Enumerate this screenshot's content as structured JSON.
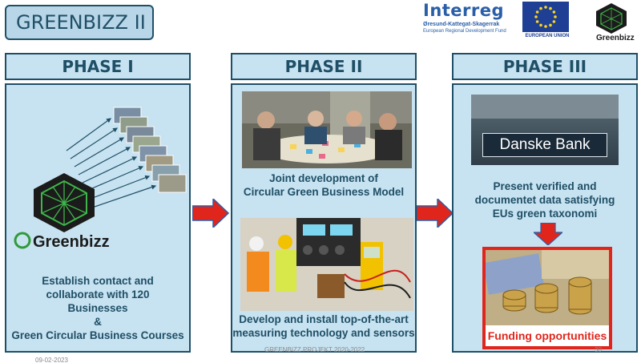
{
  "title": "GREENBIZZ II",
  "logos": {
    "interreg_word": "Interreg",
    "interreg_region": "Øresund-Kattegat-Skagerrak",
    "interreg_fund": "European Regional Development Fund",
    "eu_label": "EUROPEAN UNION",
    "greenbizz_small": "Greenbizz",
    "greenbizz_large": "Greenbizz"
  },
  "phases": [
    {
      "header": "PHASE I",
      "text_lines": [
        "Establish contact and",
        "collaborate with 120",
        "Businesses",
        "&",
        "Green Circular Business Courses"
      ]
    },
    {
      "header": "PHASE II",
      "text_top_lines": [
        "Joint development of",
        "Circular Green Business Model"
      ],
      "text_bottom_lines": [
        "Develop and install top-of-the-art",
        "measuring technology and sensors"
      ]
    },
    {
      "header": "PHASE III",
      "bank_sign": "Danske Bank",
      "text_lines": [
        "Present verified and",
        "documentet data satisfying",
        "EUs green taxonomi"
      ],
      "funding": "Funding opportunities"
    }
  ],
  "footer": {
    "date": "09-02-2023",
    "project": "GREENBIZZ PROJEKT 2020-2022",
    "page": "30"
  },
  "colors": {
    "panel": "#c7e2f0",
    "border": "#1f4f66",
    "arrow_red": "#e0261c",
    "funding_red": "#e0261c",
    "logo_green": "#2f9a3a"
  }
}
